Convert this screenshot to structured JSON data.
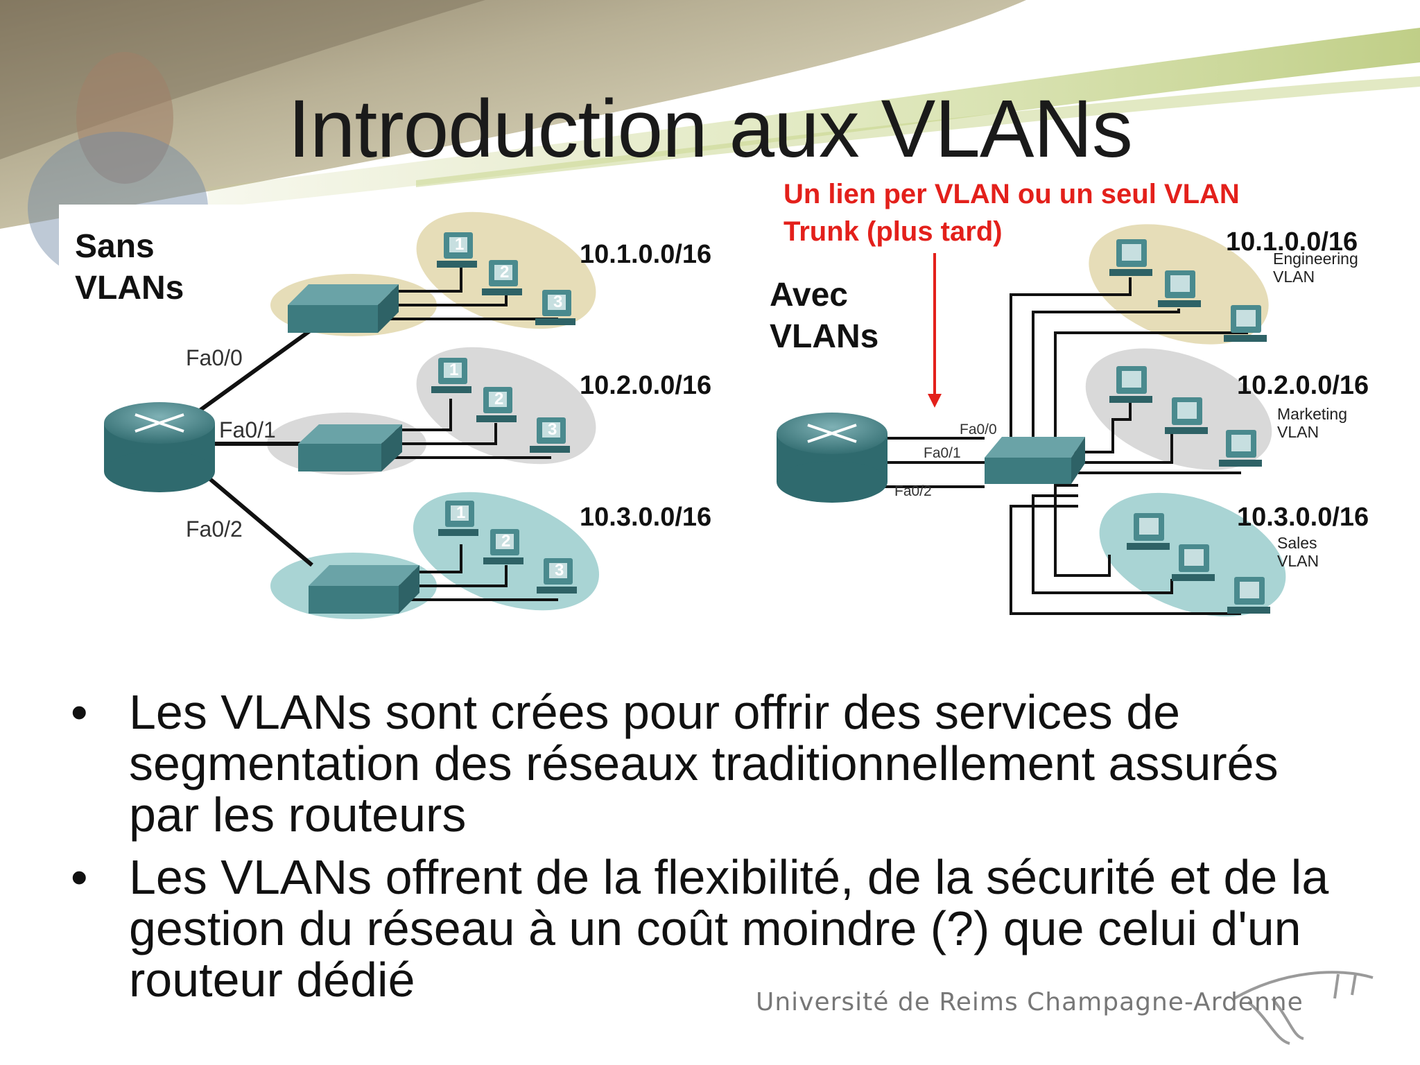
{
  "slide": {
    "title": "Introduction aux VLANs",
    "annotation_line1": "Un lien per VLAN ou un seul VLAN",
    "annotation_line2": "Trunk (plus tard)",
    "accent_color": "#e3201b"
  },
  "left_diagram": {
    "label_line1": "Sans",
    "label_line2": "VLANs",
    "subnets": [
      "10.1.0.0/16",
      "10.2.0.0/16",
      "10.3.0.0/16"
    ],
    "ports": [
      "Fa0/0",
      "Fa0/1",
      "Fa0/2"
    ],
    "pc_numbers": [
      "1",
      "2",
      "3"
    ]
  },
  "right_diagram": {
    "label_line1": "Avec",
    "label_line2": "VLANs",
    "subnets": [
      "10.1.0.0/16",
      "10.2.0.0/16",
      "10.3.0.0/16"
    ],
    "ports": [
      "Fa0/0",
      "Fa0/1",
      "Fa0/2"
    ],
    "vlans": [
      {
        "line1": "Engineering",
        "line2": "VLAN"
      },
      {
        "line1": "Marketing",
        "line2": "VLAN"
      },
      {
        "line1": "Sales",
        "line2": "VLAN"
      }
    ]
  },
  "bullets": [
    "Les VLANs sont crées pour offrir des services de segmentation des réseaux traditionnellement assurés par les routeurs",
    "Les VLANs offrent de la flexibilité, de la sécurité et de la gestion du réseau à un coût moindre (?) que celui d'un routeur dédié"
  ],
  "footer": {
    "university": "Université de Reims Champagne-Ardenne"
  },
  "colors": {
    "group1": "#e6ddb8",
    "group2": "#d9d9d9",
    "group3": "#a9d4d4",
    "device": "#4a8a8e"
  }
}
